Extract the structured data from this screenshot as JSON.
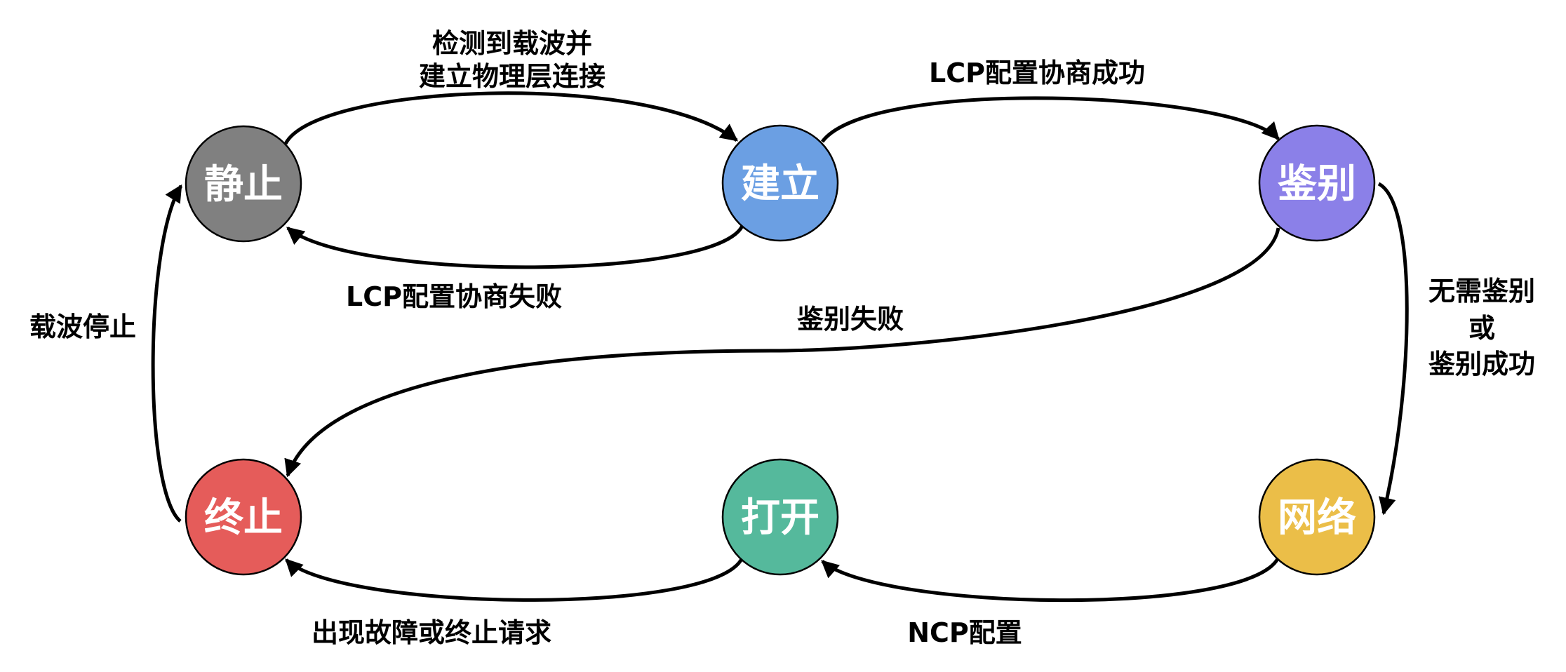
{
  "diagram": {
    "title": "PPP链路状态转换",
    "nodes": [
      {
        "id": "dead",
        "label": "静止",
        "color": "#808080"
      },
      {
        "id": "establish",
        "label": "建立",
        "color": "#6B9FE3"
      },
      {
        "id": "authenticate",
        "label": "鉴别",
        "color": "#8B80E8"
      },
      {
        "id": "terminate",
        "label": "终止",
        "color": "#E55C5A"
      },
      {
        "id": "open",
        "label": "打开",
        "color": "#55B99C"
      },
      {
        "id": "network",
        "label": "网络",
        "color": "#EBBE48"
      }
    ],
    "edges": [
      {
        "from": "dead",
        "to": "establish",
        "label_lines": [
          "检测到载波并",
          "建立物理层连接"
        ]
      },
      {
        "from": "establish",
        "to": "dead",
        "label_lines": [
          "LCP配置协商失败"
        ]
      },
      {
        "from": "establish",
        "to": "authenticate",
        "label_lines": [
          "LCP配置协商成功"
        ]
      },
      {
        "from": "authenticate",
        "to": "terminate",
        "label_lines": [
          "鉴别失败"
        ]
      },
      {
        "from": "authenticate",
        "to": "network",
        "label_lines": [
          "无需鉴别",
          "或",
          "鉴别成功"
        ]
      },
      {
        "from": "network",
        "to": "open",
        "label_lines": [
          "NCP配置"
        ]
      },
      {
        "from": "open",
        "to": "terminate",
        "label_lines": [
          "出现故障或终止请求"
        ]
      },
      {
        "from": "terminate",
        "to": "dead",
        "label_lines": [
          "载波停止"
        ]
      }
    ]
  }
}
